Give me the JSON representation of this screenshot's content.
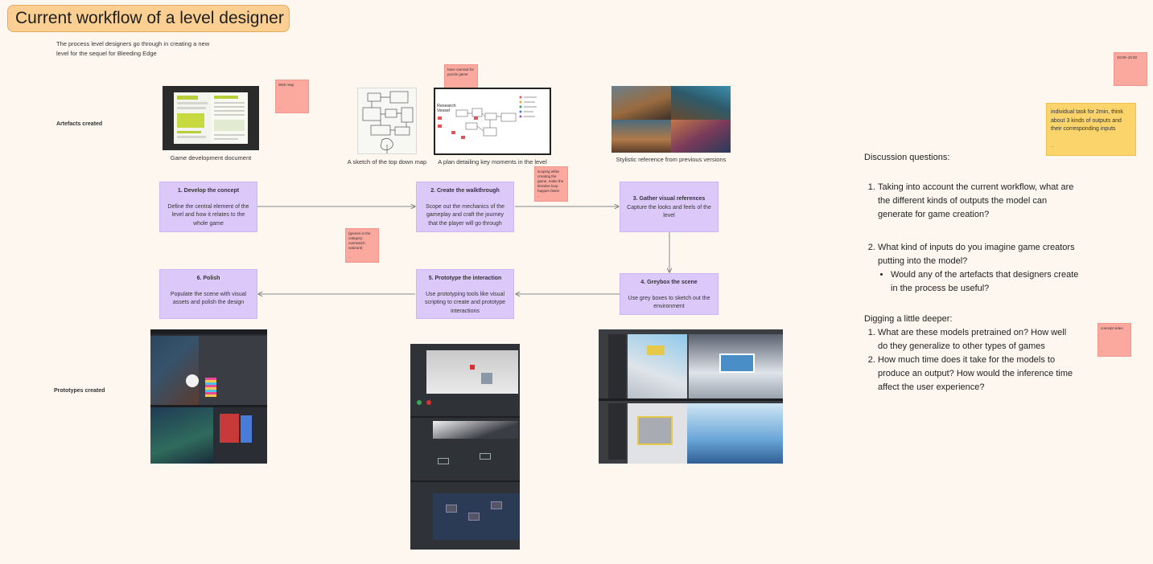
{
  "title": "Current workflow of a level designer",
  "subtitle": "The process level designers go through in creating a new level for the sequel for Bleeding Edge",
  "labels": {
    "artefacts": "Artefacts created",
    "prototypes": "Prototypes created"
  },
  "artefacts": {
    "gdd_caption": "Game development document",
    "sketch_caption": "A sketch of the top down map",
    "plan_caption": "A plan detailing key moments in the level",
    "plan_inner_title": "Research Vessel",
    "style_caption": "Stylistic reference from previous versions"
  },
  "steps": [
    {
      "title": "1. Develop the concept",
      "body": "Define the central element of the level and how it relates to the whole game"
    },
    {
      "title": "2. Create the walkthrough",
      "body": "Scope out the mechanics of the gameplay and craft the journey that the player will go through"
    },
    {
      "title": "3. Gather visual references",
      "body": "Capture the looks and feels of the level"
    },
    {
      "title": "4. Greybox the scene",
      "body": "Use grey boxes to sketch out the environment"
    },
    {
      "title": "5. Prototype the interaction",
      "body": "Use prototyping tools like visual scripting to create and prototype interactions"
    },
    {
      "title": "6. Polish",
      "body": "Populate the scene with visual assets and polish the design"
    }
  ],
  "stickies": {
    "web_map": "Web map",
    "carnival": "have carnival for puzzle game",
    "scoping": "scoping while creating the game, make the iterative loop happen faster",
    "genres": "(genres in the category: overwatch, valorant)",
    "timer": "10:00–10:30",
    "task": "individual task for 2min, think about 3 kinds of outputs and their corresponding inputs",
    "concept_video": "concept video"
  },
  "discussion": {
    "heading": "Discussion questions:",
    "q1": "Taking into account the current workflow, what are the different kinds of outputs the model can generate for game creation?",
    "q2": "What kind of inputs do you imagine game creators putting into the model?",
    "q2_sub": "Would any of the artefacts that designers create in the process be useful?"
  },
  "digging": {
    "heading": "Digging a little deeper:",
    "q1": "What are these models pretrained on? How well do they generalize to other types of games",
    "q2": "How much time does it take for the models to produce an output? How would the inference time affect the user experience?"
  },
  "colors": {
    "background": "#fdf7ef",
    "title_fill": "#fbcf92",
    "step_fill": "#dcc9fa",
    "sticky_pink": "#fba89f",
    "sticky_yellow": "#fbd56b"
  }
}
